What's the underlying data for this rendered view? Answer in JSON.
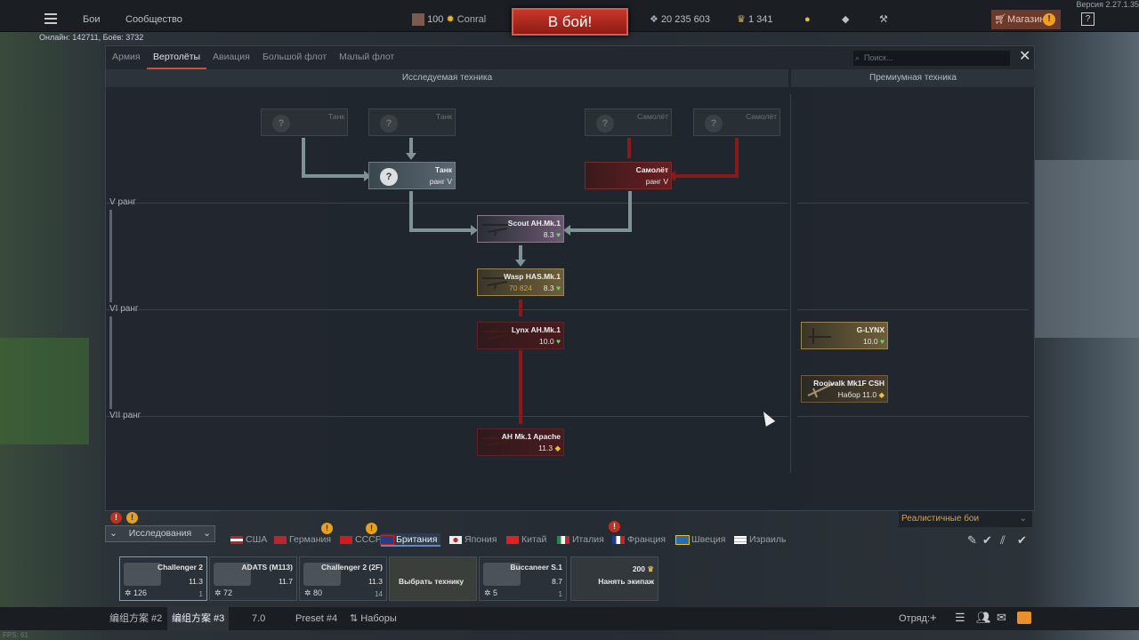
{
  "version": "Версия 2.27.1.35",
  "online": "Онлайн: 142711, Боёв: 3732",
  "topbar": {
    "menu": [
      "Бои",
      "Сообщество"
    ],
    "profile_level": "100",
    "username": "Conral",
    "battle_button": "В бой!",
    "silver_lions": "20 235 603",
    "golden_eagles": "1 341",
    "shop": "Магазин",
    "help": "?"
  },
  "tabs": [
    "Армия",
    "Вертолёты",
    "Авиация",
    "Большой флот",
    "Малый флот"
  ],
  "active_tab": "Вертолёты",
  "search_placeholder": "Поиск...",
  "columns": {
    "researched": "Исследуемая техника",
    "premium": "Премиумная техника"
  },
  "ranks": [
    "V ранг",
    "VI ранг",
    "VII ранг"
  ],
  "tree": {
    "ghosts": [
      {
        "name": "Танк",
        "q": "?"
      },
      {
        "name": "Танк",
        "q": "?"
      },
      {
        "name": "Самолёт",
        "q": "?"
      },
      {
        "name": "Самолёт",
        "q": "?"
      }
    ],
    "tank_req": {
      "name": "Танк",
      "rank": "ранг V",
      "q": "?"
    },
    "plane_req": {
      "name": "Самолёт",
      "rank": "ранг V"
    },
    "scout": {
      "name": "Scout AH.Mk.1",
      "br": "8.3"
    },
    "wasp": {
      "name": "Wasp HAS.Mk.1",
      "br": "8.3",
      "exp": "70 824"
    },
    "lynx": {
      "name": "Lynx AH.Mk.1",
      "br": "10.0"
    },
    "apache": {
      "name": "AH Mk.1 Apache",
      "br": "11.3"
    },
    "glynx": {
      "name": "G-LYNX",
      "br": "10.0"
    },
    "rooivalk": {
      "name": "Rooivalk Mk1F CSH",
      "br": "Набор 11.0"
    }
  },
  "research_filter": "Исследования",
  "mode": "Реалистичные бои",
  "nations": [
    "США",
    "Германия",
    "СССР",
    "Британия",
    "Япония",
    "Китай",
    "Италия",
    "Франция",
    "Швеция",
    "Израиль"
  ],
  "active_nation": "Британия",
  "crew": [
    {
      "name": "Challenger 2",
      "br": "11.3",
      "count": "126",
      "slot": "1"
    },
    {
      "name": "ADATS (M113)",
      "br": "11.7",
      "count": "72",
      "slot": ""
    },
    {
      "name": "Challenger 2 (2F)",
      "br": "11.3",
      "count": "80",
      "slot": "14"
    },
    {
      "name": "Выбрать технику",
      "br": "",
      "count": "",
      "slot": ""
    },
    {
      "name": "Buccaneer S.1",
      "br": "8.7",
      "count": "5",
      "slot": "1"
    },
    {
      "name": "Нанять экипаж",
      "br": "200",
      "count": "",
      "slot": ""
    }
  ],
  "presets": [
    "编组方案 #2",
    "编组方案 #3",
    "7.0",
    "Preset #4",
    "Наборы"
  ],
  "squad": "Отряд:",
  "fps": "FPS: 61"
}
